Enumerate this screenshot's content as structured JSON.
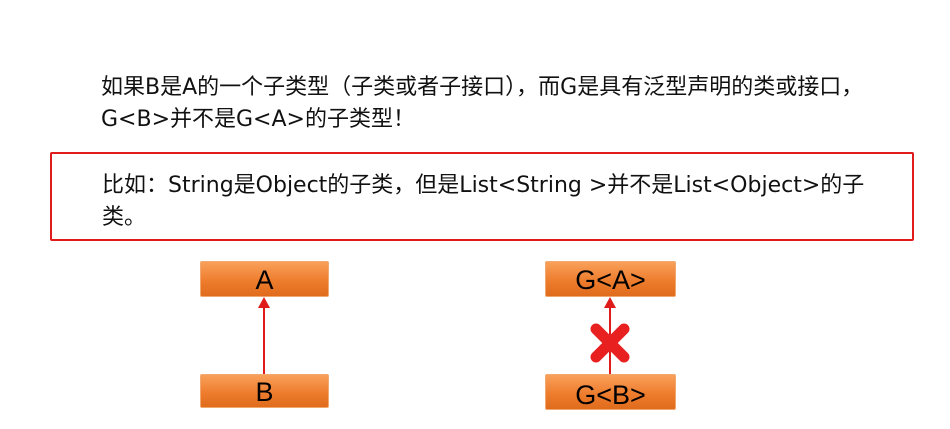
{
  "statement": "如果B是A的一个子类型（子类或者子接口），而G是具有泛型声明的类或接口，G<B>并不是G<A>的子类型！",
  "example": "比如：String是Object的子类，但是List<String >并不是List<Object>的子类。",
  "left_diagram": {
    "top": "A",
    "bottom": "B"
  },
  "right_diagram": {
    "top": "G<A>",
    "bottom": "G<B>"
  },
  "colors": {
    "box_fill": "#ee7d2e",
    "accent": "#e01b1b"
  },
  "icons": {
    "arrow": "arrow-up-icon",
    "cross": "cross-icon"
  }
}
